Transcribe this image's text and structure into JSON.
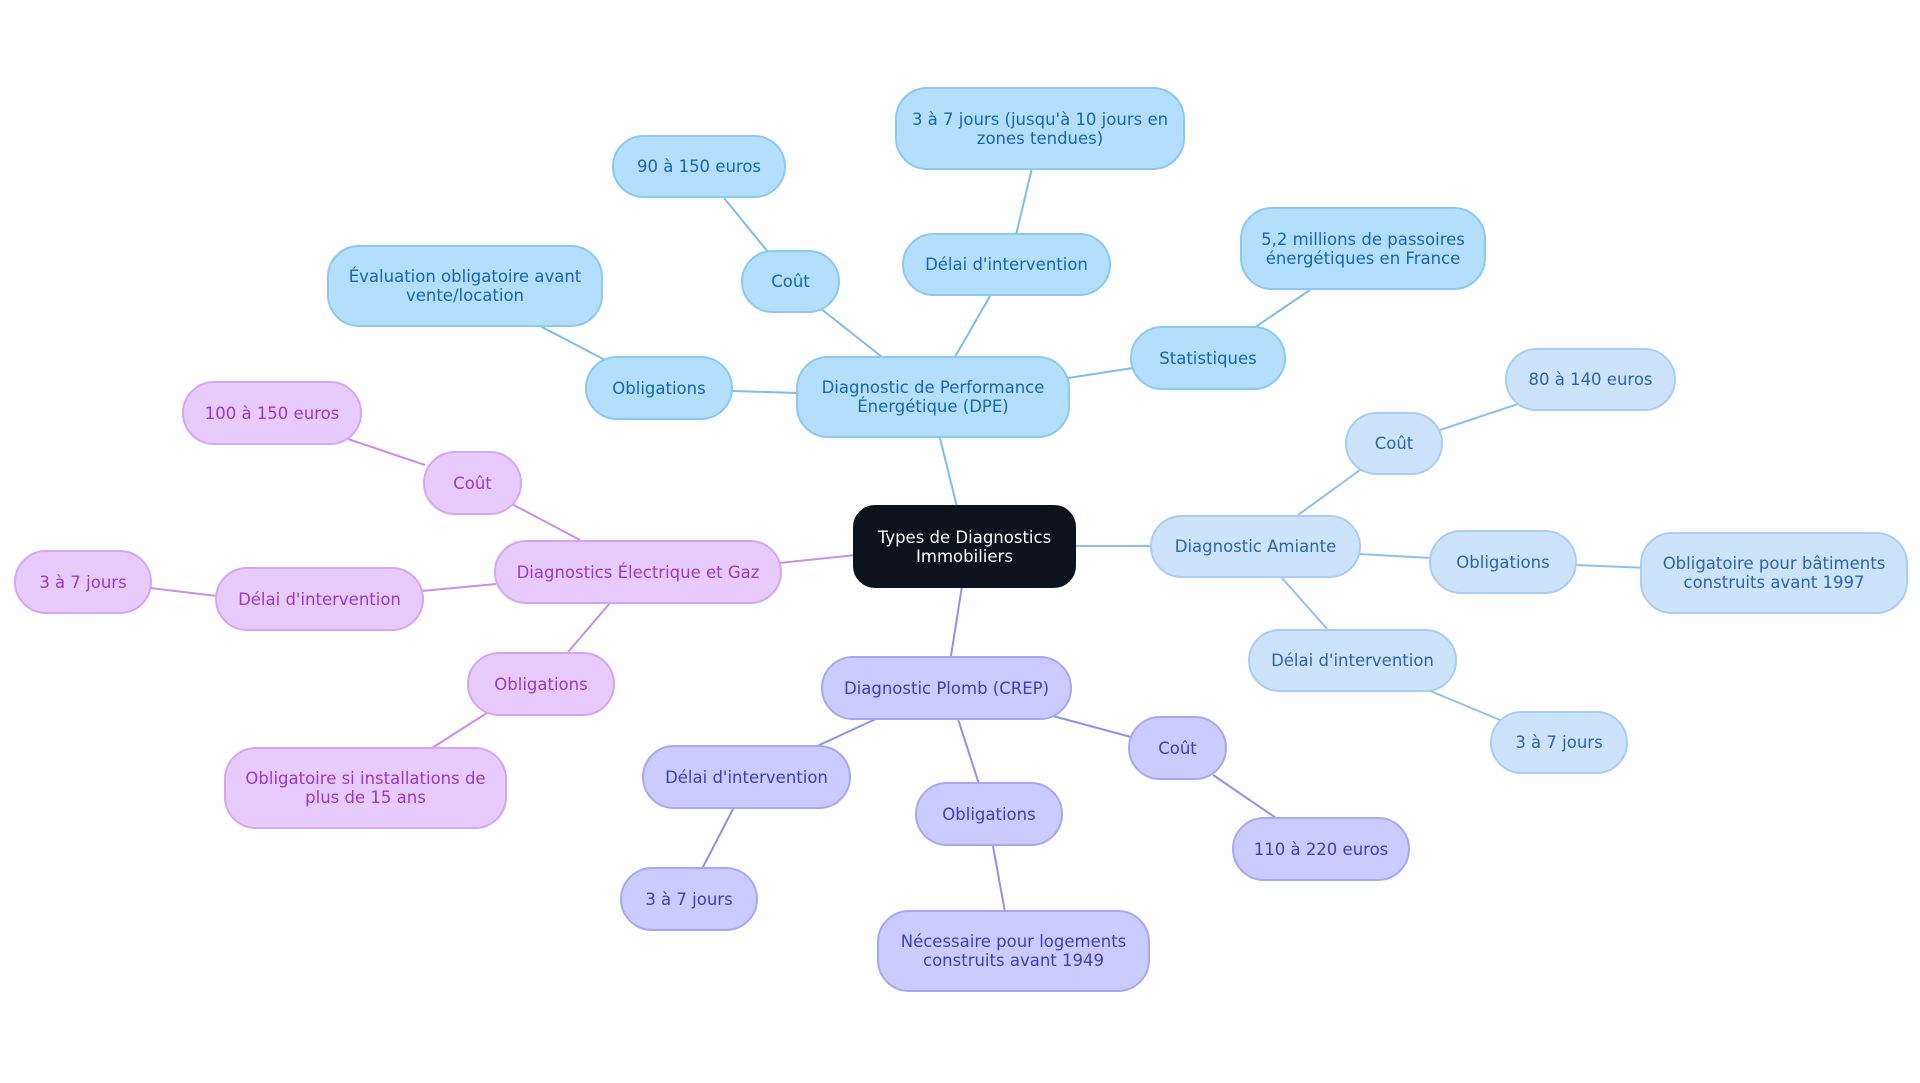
{
  "colors": {
    "root": "#0d131e",
    "dpe": "#b3dffd",
    "dpe_line": "#7dbde8",
    "amiante": "#cde3fb",
    "amiante_line": "#8fc0ea",
    "plomb": "#cacbfe",
    "plomb_line": "#8f91ea",
    "elec": "#e8cbfd",
    "elec_line": "#cc8ded"
  },
  "root": {
    "line1": "Types de Diagnostics",
    "line2": "Immobiliers"
  },
  "dpe": {
    "title_line1": "Diagnostic de Performance",
    "title_line2": "Énergétique (DPE)",
    "cout_label": "Coût",
    "cout_value": "90 à 150 euros",
    "delai_label": "Délai d'intervention",
    "delai_value_line1": "3 à 7 jours (jusqu'à 10 jours en",
    "delai_value_line2": "zones tendues)",
    "stats_label": "Statistiques",
    "stats_value_line1": "5,2 millions de passoires",
    "stats_value_line2": "énergétiques en France",
    "oblig_label": "Obligations",
    "oblig_value_line1": "Évaluation obligatoire avant",
    "oblig_value_line2": "vente/location"
  },
  "amiante": {
    "title": "Diagnostic Amiante",
    "cout_label": "Coût",
    "cout_value": "80 à 140 euros",
    "oblig_label": "Obligations",
    "oblig_value_line1": "Obligatoire pour bâtiments",
    "oblig_value_line2": "construits avant 1997",
    "delai_label": "Délai d'intervention",
    "delai_value": "3 à 7 jours"
  },
  "plomb": {
    "title": "Diagnostic Plomb (CREP)",
    "cout_label": "Coût",
    "cout_value": "110 à 220 euros",
    "oblig_label": "Obligations",
    "oblig_value_line1": "Nécessaire pour logements",
    "oblig_value_line2": "construits avant 1949",
    "delai_label": "Délai d'intervention",
    "delai_value": "3 à 7 jours"
  },
  "elec": {
    "title": "Diagnostics Électrique et Gaz",
    "cout_label": "Coût",
    "cout_value": "100 à 150 euros",
    "delai_label": "Délai d'intervention",
    "delai_value": "3 à 7 jours",
    "oblig_label": "Obligations",
    "oblig_value_line1": "Obligatoire si installations de",
    "oblig_value_line2": "plus de 15 ans"
  }
}
